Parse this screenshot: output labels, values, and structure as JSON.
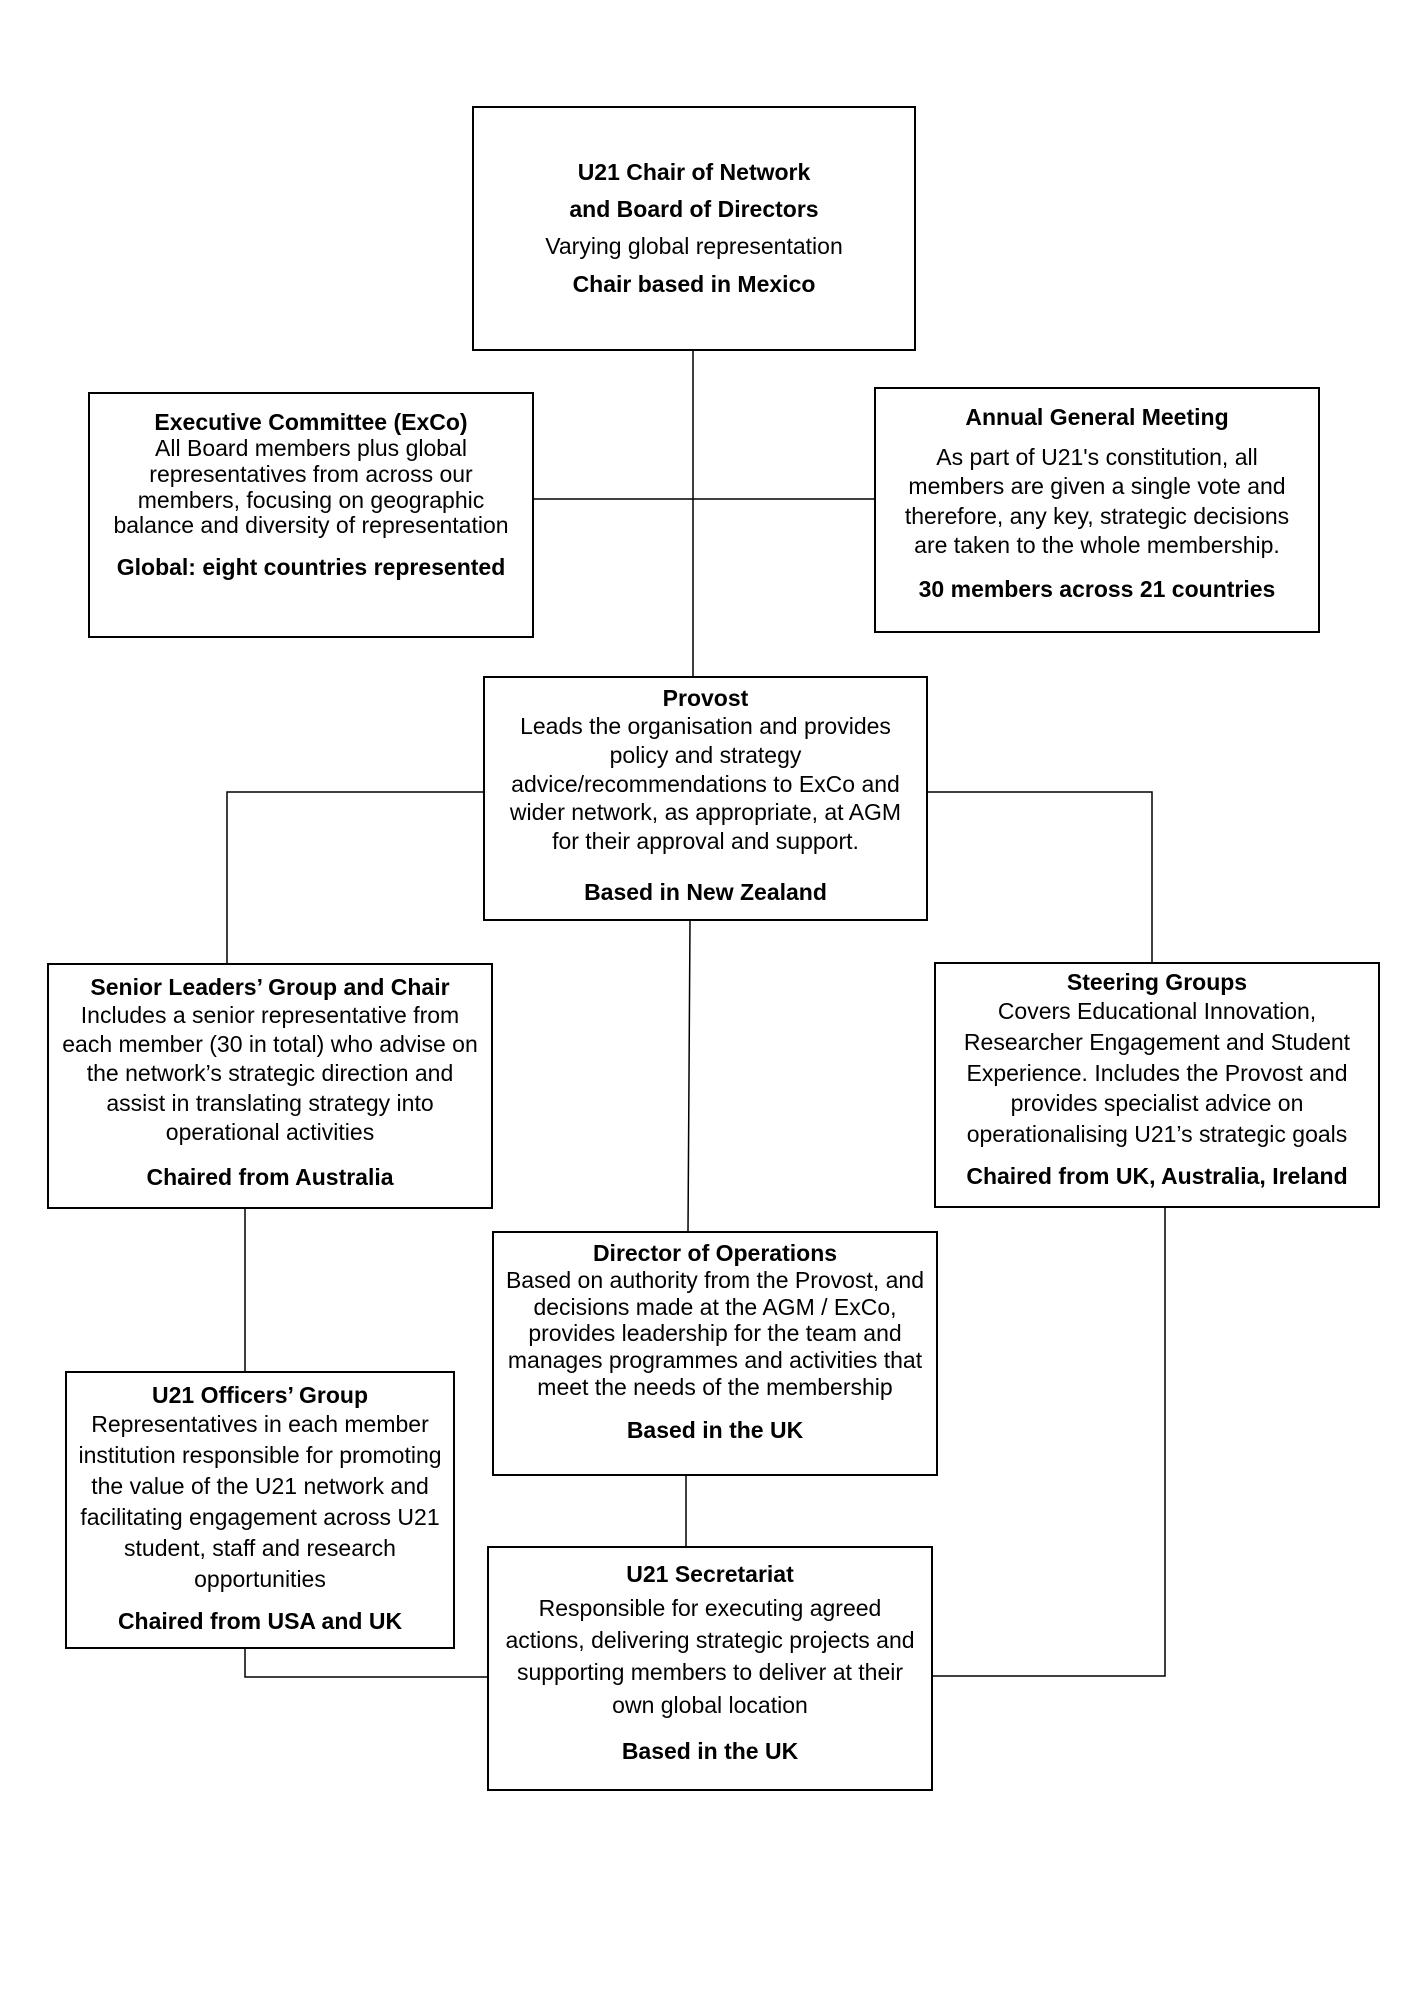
{
  "chart_data": {
    "type": "org-chart",
    "nodes": [
      {
        "id": "chair",
        "title": "U21 Chair of Network and Board of Directors"
      },
      {
        "id": "exco",
        "title": "Executive Committee (ExCo)"
      },
      {
        "id": "agm",
        "title": "Annual General Meeting"
      },
      {
        "id": "provost",
        "title": "Provost"
      },
      {
        "id": "slg",
        "title": "Senior Leaders’ Group and Chair"
      },
      {
        "id": "steering",
        "title": "Steering Groups"
      },
      {
        "id": "dirops",
        "title": "Director of Operations"
      },
      {
        "id": "officers",
        "title": "U21 Officers’ Group"
      },
      {
        "id": "secretariat",
        "title": "U21 Secretariat"
      }
    ],
    "edges": [
      [
        "chair",
        "provost"
      ],
      [
        "exco",
        "agm"
      ],
      [
        "provost",
        "slg"
      ],
      [
        "provost",
        "steering"
      ],
      [
        "provost",
        "dirops"
      ],
      [
        "slg",
        "officers"
      ],
      [
        "dirops",
        "secretariat"
      ],
      [
        "officers",
        "secretariat"
      ],
      [
        "steering",
        "secretariat"
      ]
    ]
  },
  "chair": {
    "title_line1": "U21 Chair of Network",
    "title_line2": "and Board of Directors",
    "desc": "Varying global representation",
    "location": "Chair based in Mexico"
  },
  "exco": {
    "title": "Executive Committee (ExCo)",
    "desc": "All Board members plus global representatives from across our members, focusing on geographic balance and diversity of representation",
    "location": "Global: eight countries represented"
  },
  "agm": {
    "title": "Annual General Meeting",
    "desc": "As part of U21's constitution, all members are given a single vote and therefore, any key, strategic decisions are taken to the whole membership.",
    "location": "30 members across 21 countries"
  },
  "provost": {
    "title": "Provost",
    "desc": "Leads the organisation and provides policy and strategy advice/recommendations to ExCo and wider network, as appropriate, at AGM for their approval and support.",
    "location": "Based in New Zealand"
  },
  "slg": {
    "title": "Senior Leaders’ Group and Chair",
    "desc": "Includes a senior representative from each member (30 in total) who advise on the network’s strategic direction and assist in translating strategy into operational activities",
    "location": "Chaired from Australia"
  },
  "steering": {
    "title": "Steering Groups",
    "desc": "Covers Educational Innovation, Researcher Engagement and Student Experience. Includes the Provost and provides specialist advice on operationalising U21’s strategic goals",
    "location": "Chaired from UK, Australia, Ireland"
  },
  "dirops": {
    "title": "Director of Operations",
    "desc": "Based on authority from the Provost, and decisions made at the AGM / ExCo, provides leadership for the team and manages programmes and activities that meet the needs of the membership",
    "location": "Based in the UK"
  },
  "officers": {
    "title": "U21 Officers’ Group",
    "desc": "Representatives in each member institution responsible for promoting the value of the U21 network and facilitating engagement across U21 student, staff and research opportunities",
    "location": "Chaired from USA and UK"
  },
  "secretariat": {
    "title": "U21 Secretariat",
    "desc": "Responsible for executing agreed actions, delivering strategic projects and supporting members to deliver at their own global location",
    "location": "Based in the UK"
  }
}
